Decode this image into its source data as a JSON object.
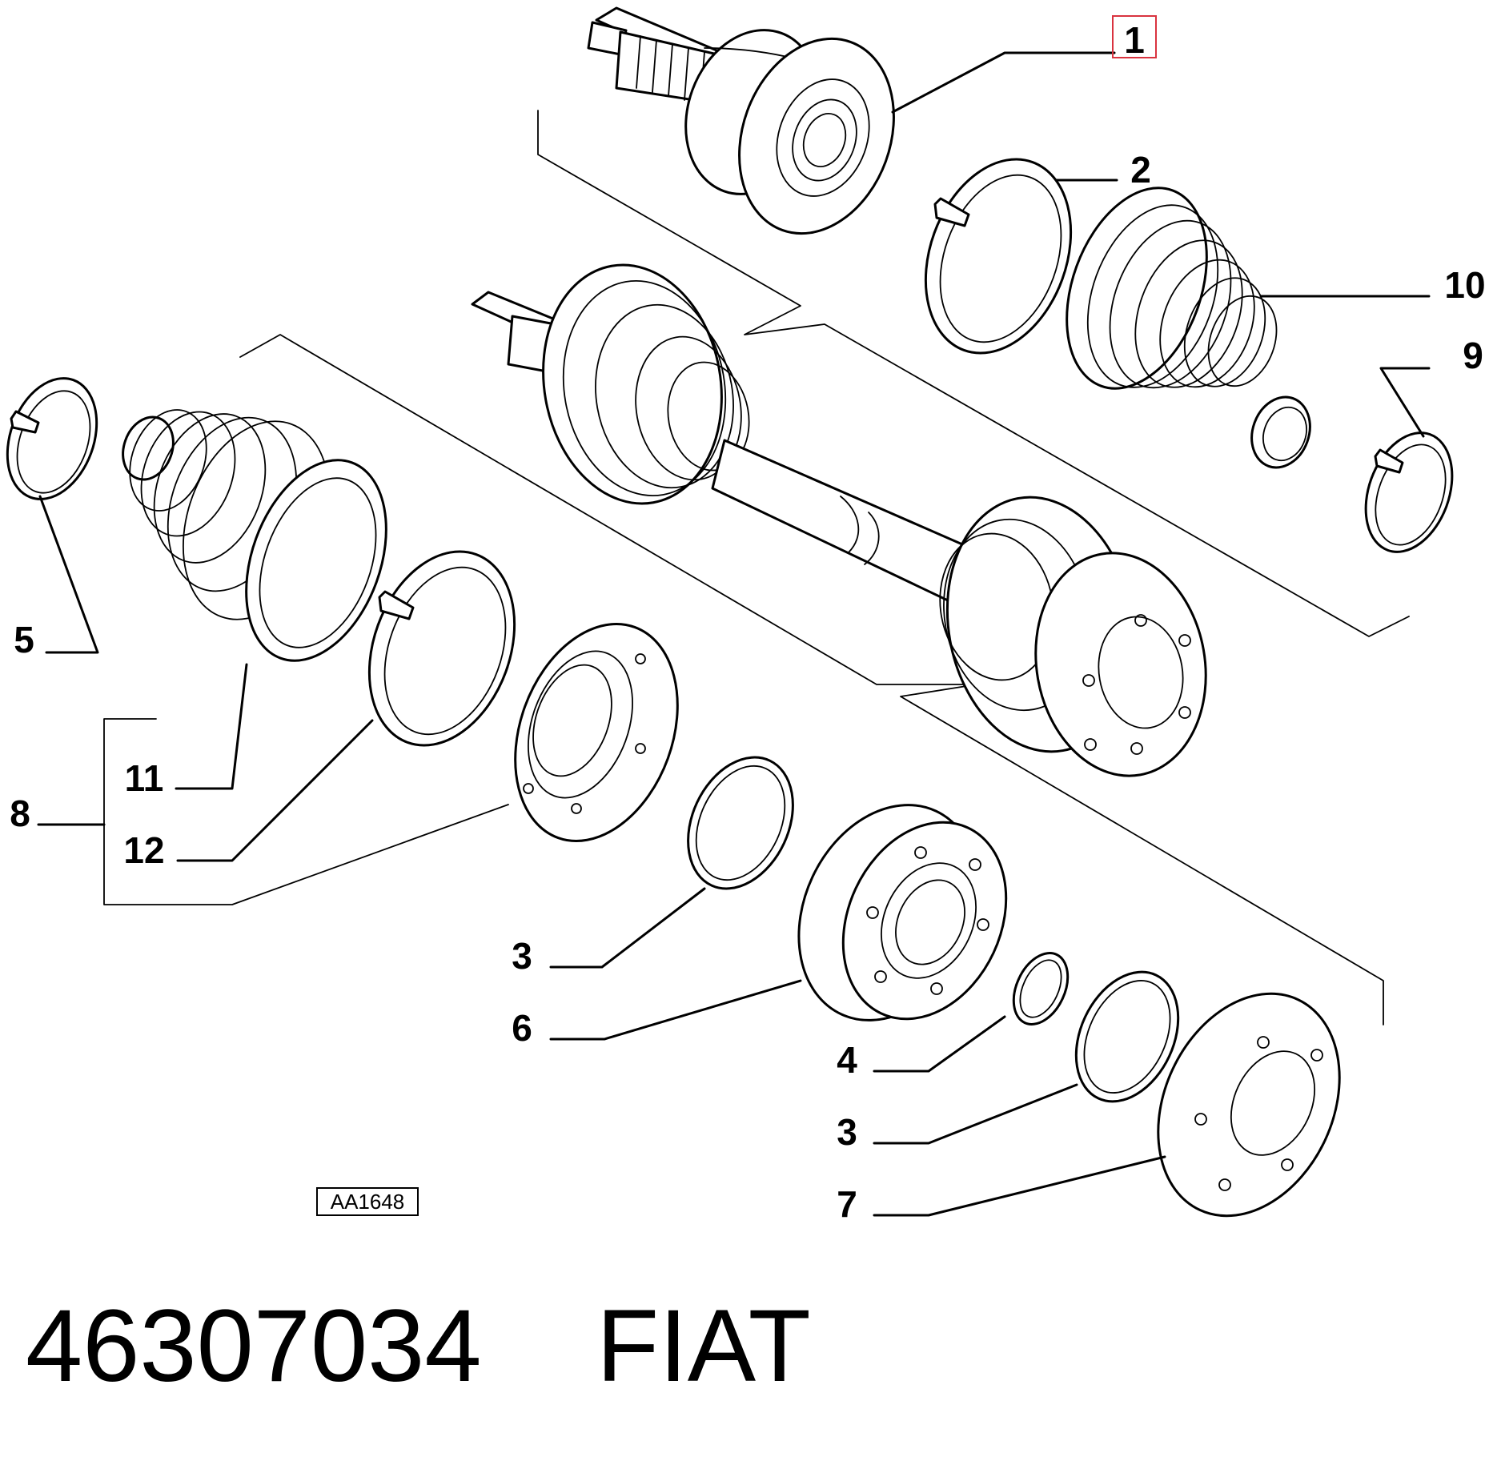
{
  "diagram": {
    "highlight_color": "#d9333f",
    "callouts": [
      {
        "id": "c1",
        "label": "1",
        "highlighted": true
      },
      {
        "id": "c2",
        "label": "2"
      },
      {
        "id": "c10",
        "label": "10"
      },
      {
        "id": "c9",
        "label": "9"
      },
      {
        "id": "c5",
        "label": "5"
      },
      {
        "id": "c11",
        "label": "11"
      },
      {
        "id": "c8",
        "label": "8"
      },
      {
        "id": "c12",
        "label": "12"
      },
      {
        "id": "c3a",
        "label": "3"
      },
      {
        "id": "c6",
        "label": "6"
      },
      {
        "id": "c4",
        "label": "4"
      },
      {
        "id": "c3b",
        "label": "3"
      },
      {
        "id": "c7",
        "label": "7"
      }
    ],
    "drawing_code": "AA1648"
  },
  "footer": {
    "part_number": "46307034",
    "brand": "FIAT"
  }
}
